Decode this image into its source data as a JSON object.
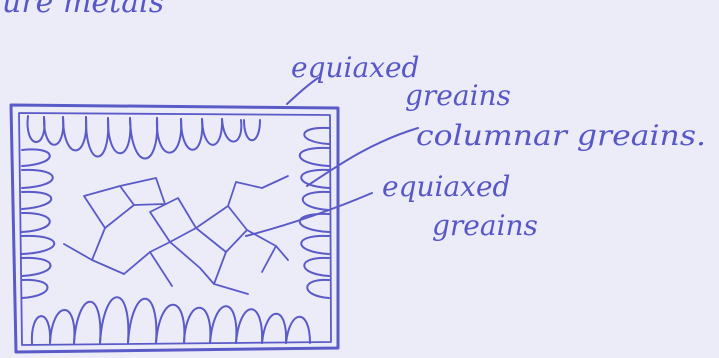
{
  "header": {
    "fragment": "ure metals"
  },
  "labels": {
    "top_equiaxed_line1": "equiaxed",
    "top_equiaxed_line2": "greains",
    "columnar": "columnar greains.",
    "inner_equiaxed_line1": "equiaxed",
    "inner_equiaxed_line2": "greains"
  },
  "ink_color": "#5a5ac8",
  "paper_color": "#ececf8"
}
